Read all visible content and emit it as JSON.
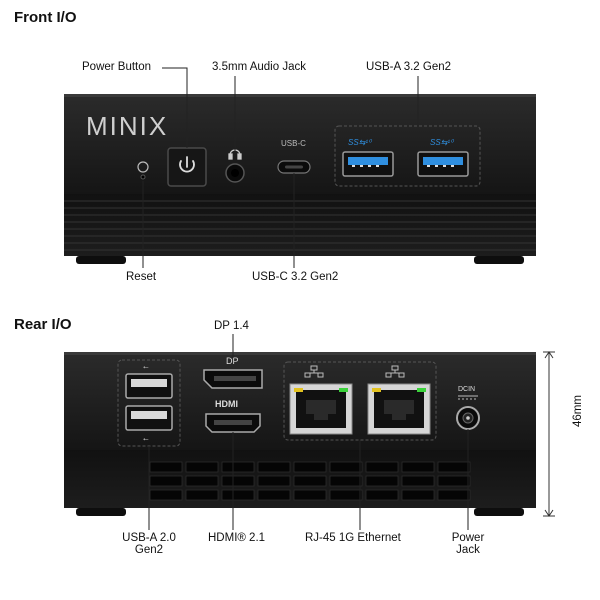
{
  "front": {
    "title": "Front I/O",
    "brand": "MINIX",
    "usbc_port_label": "USB-C",
    "labels": {
      "power_button": "Power Button",
      "audio_jack": "3.5mm Audio Jack",
      "usba": "USB-A 3.2 Gen2",
      "reset": "Reset",
      "usbc": "USB-C 3.2 Gen2"
    },
    "ss_mark": "SS⇆¹⁰"
  },
  "rear": {
    "title": "Rear I/O",
    "dp_port_label": "DP",
    "hdmi_port_label": "HDMI",
    "dcin_label": "DCIN",
    "height_label": "46mm",
    "labels": {
      "dp": "DP 1.4",
      "usba2_line1": "USB-A 2.0",
      "usba2_line2": "Gen2",
      "hdmi": "HDMI® 2.1",
      "rj45": "RJ-45 1G Ethernet",
      "power_line1": "Power",
      "power_line2": "Jack"
    }
  },
  "colors": {
    "chassis": "#1e1e1e",
    "chassis_light": "#2a2a2a",
    "usb3_blue": "#2f8fe0",
    "led_green": "#3bd23b",
    "led_yellow": "#e3c21f"
  }
}
